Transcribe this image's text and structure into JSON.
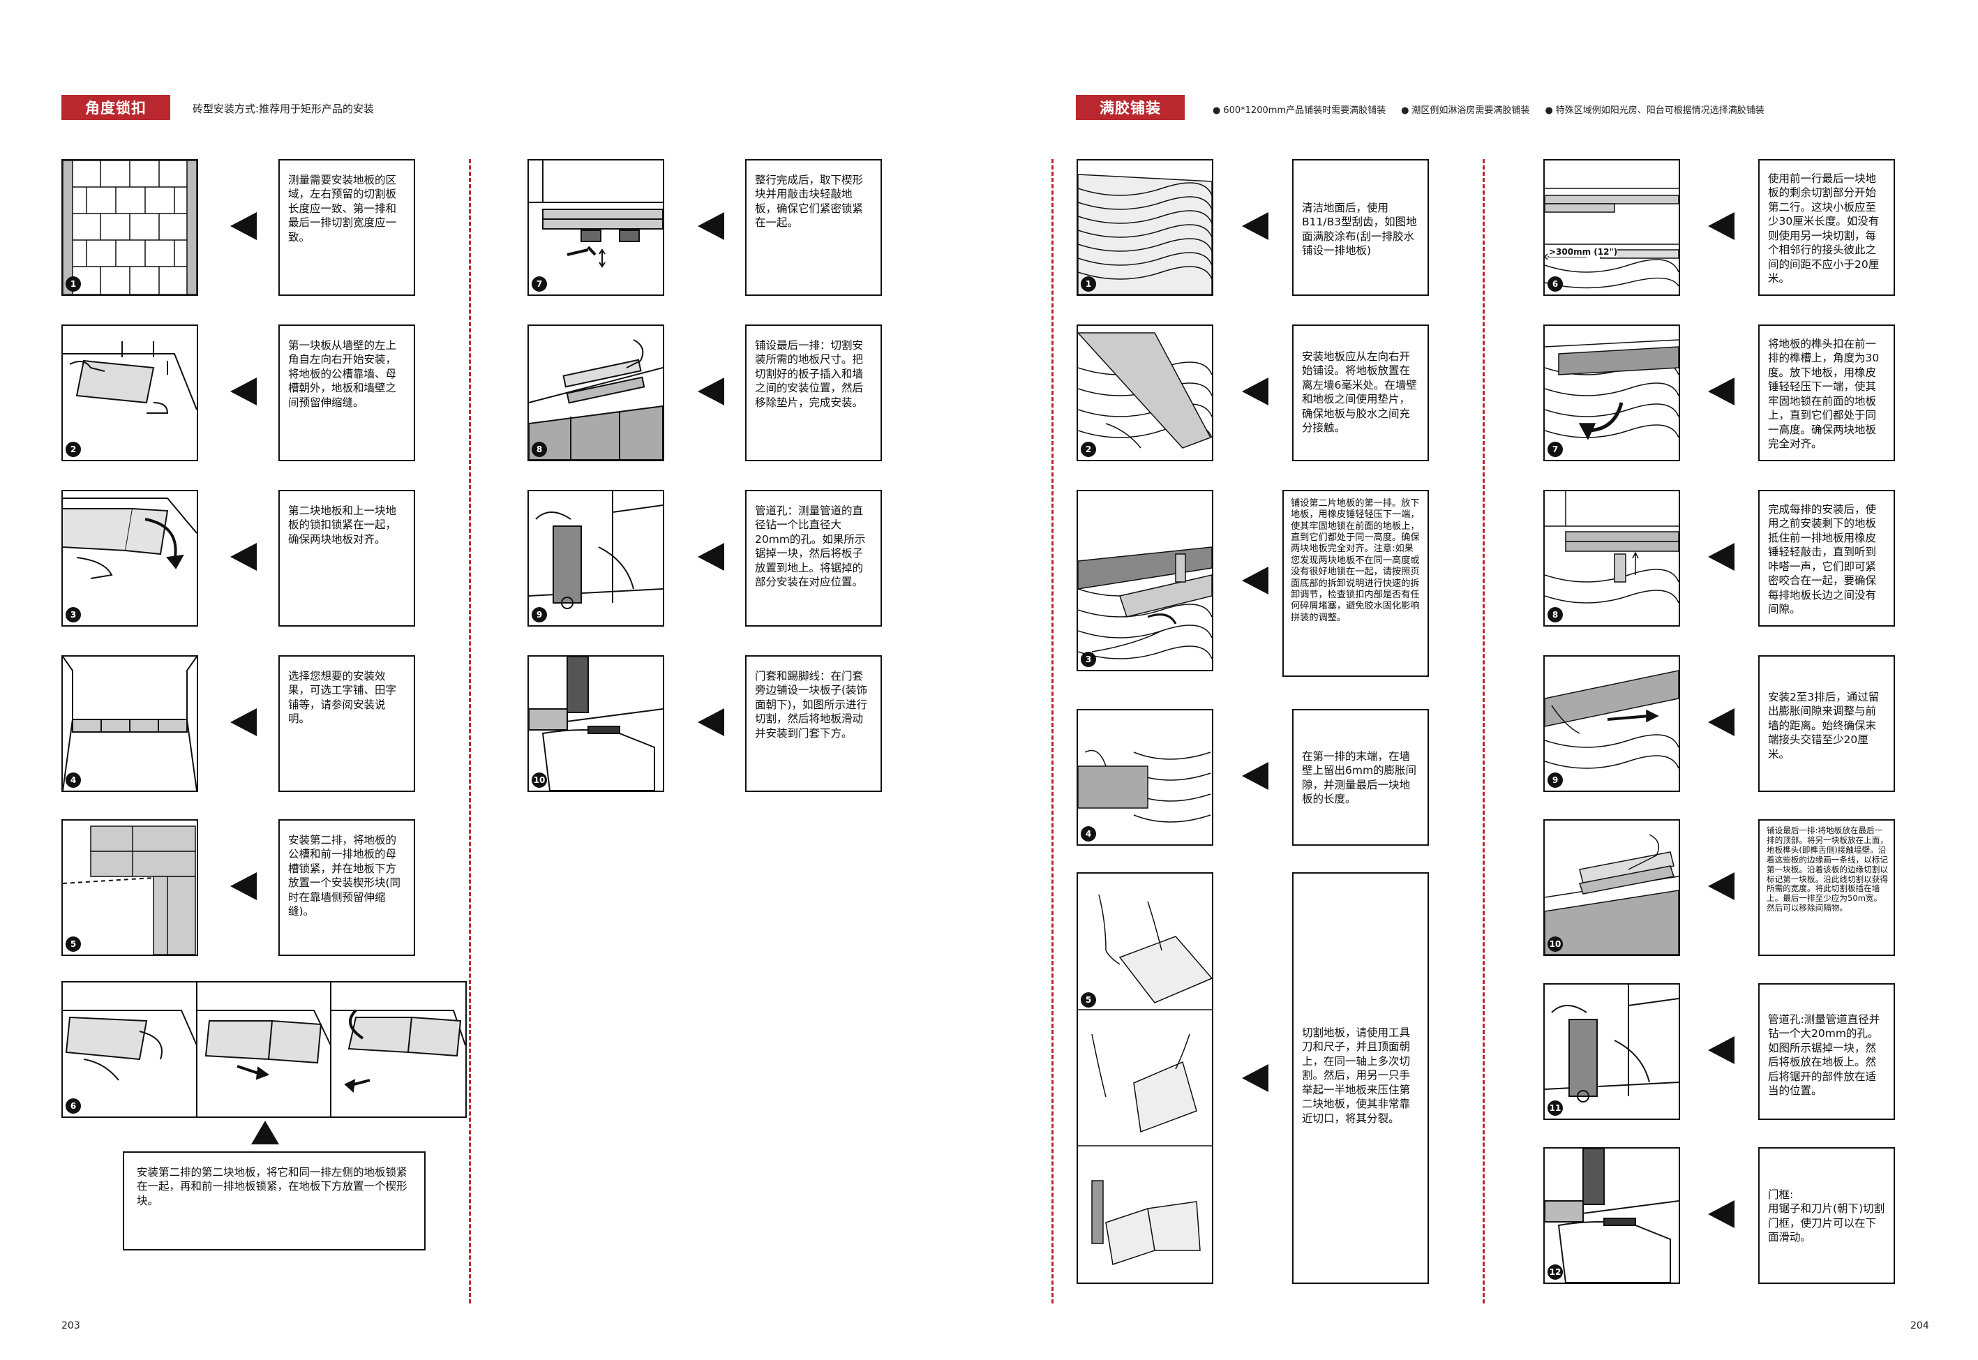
{
  "left": {
    "header": "角度锁扣",
    "subtitle": "砖型安装方式:推荐用于矩形产品的安装",
    "steps": [
      {
        "n": "1",
        "text": "测量需要安装地板的区域，左右预留的切割板长度应一致、第一排和最后一排切割宽度应一致。"
      },
      {
        "n": "2",
        "text": "第一块板从墙壁的左上角自左向右开始安装，将地板的公槽靠墙、母槽朝外，地板和墙壁之间预留伸缩缝。"
      },
      {
        "n": "3",
        "text": "第二块地板和上一块地板的锁扣锁紧在一起，确保两块地板对齐。"
      },
      {
        "n": "4",
        "text": "选择您想要的安装效果，可选工字铺、田字铺等，请参阅安装说明。"
      },
      {
        "n": "5",
        "text": "安装第二排，将地板的公槽和前一排地板的母槽锁紧，并在地板下方放置一个安装楔形块(同时在靠墙侧预留伸缩缝)。"
      },
      {
        "n": "6",
        "text": "安装第二排的第二块地板，将它和同一排左侧的地板锁紧在一起，再和前一排地板锁紧，在地板下方放置一个楔形块。"
      },
      {
        "n": "7",
        "text": "整行完成后，取下楔形块并用敲击块轻敲地板，确保它们紧密锁紧在一起。"
      },
      {
        "n": "8",
        "text": "铺设最后一排：切割安装所需的地板尺寸。把切割好的板子插入和墙之间的安装位置，然后移除垫片，完成安装。"
      },
      {
        "n": "9",
        "text": "管道孔：测量管道的直径钻一个比直径大20mm的孔。如果所示锯掉一块，然后将板子放置到地上。将锯掉的部分安装在对应位置。"
      },
      {
        "n": "10",
        "text": "门套和踢脚线：在门套旁边铺设一块板子(装饰面朝下)，如图所示进行切割，然后将地板滑动并安装到门套下方。"
      }
    ],
    "page_number": "203"
  },
  "right": {
    "header": "满胶铺装",
    "notes": [
      "600*1200mm产品铺装时需要满胶铺装",
      "潮区例如淋浴房需要满胶铺装",
      "特殊区域例如阳光房、阳台可根据情况选择满胶铺装"
    ],
    "steps": [
      {
        "n": "1",
        "text": "清洁地面后，使用B11/B3型刮齿，如图地面满胶涂布(刮一排胶水铺设一排地板)"
      },
      {
        "n": "2",
        "text": "安装地板应从左向右开始铺设。将地板放置在离左墙6毫米处。在墙壁和地板之间使用垫片，确保地板与胶水之间充分接触。"
      },
      {
        "n": "3",
        "text": "铺设第二片地板的第一排。放下地板，用橡皮锤轻轻压下一端，使其牢固地锁在前面的地板上，直到它们都处于同一高度。确保两块地板完全对齐。注意:如果您发现两块地板不在同一高度或没有很好地锁在一起，请按照页面底部的拆卸说明进行快速的拆卸调节，检查锁扣内部是否有任何碎屑堵塞，避免胶水固化影响拼装的调整。"
      },
      {
        "n": "4",
        "text": "在第一排的末端，在墙壁上留出6mm的膨胀间隙，并测量最后一块地板的长度。"
      },
      {
        "n": "5",
        "text": "切割地板，请使用工具刀和尺子，并且顶面朝上，在同一轴上多次切割。然后，用另一只手举起一半地板来压住第二块地板，使其非常靠近切口，将其分裂。"
      },
      {
        "n": "6",
        "text": "使用前一行最后一块地板的剩余切割部分开始第二行。这块小板应至少30厘米长度。如没有则使用另一块切割，每个相邻行的接头彼此之间的间距不应小于20厘米。",
        "label": ">300mm (12\")"
      },
      {
        "n": "7",
        "text": "将地板的榫头扣在前一排的榫槽上，角度为30度。放下地板，用橡皮锤轻轻压下一端，使其牢固地锁在前面的地板上，直到它们都处于同一高度。确保两块地板完全对齐。"
      },
      {
        "n": "8",
        "text": "完成每排的安装后，使用之前安装剩下的地板抵住前一排地板用橡皮锤轻轻敲击，直到听到咔嗒一声，它们即可紧密咬合在一起，要确保每排地板长边之间没有间隙。"
      },
      {
        "n": "9",
        "text": "安装2至3排后，通过留出膨胀间隙来调整与前墙的距离。始终确保末端接头交错至少20厘米。"
      },
      {
        "n": "10",
        "text": "铺设最后一排:将地板放在最后一排的顶部。将另一块板放在上面，地板榫头(即榫舌侧)接触墙壁。沿着这些板的边缘画一条线，以标记第一块板。沿着该板的边缘切割以标记第一块板。沿此线切割以获得所需的宽度。将此切割板插在墙上。最后一排至少应为50m宽。然后可以移除间隔物。"
      },
      {
        "n": "11",
        "text": "管道孔:测量管道直径并钻一个大20mm的孔。如图所示锯掉一块，然后将板放在地板上。然后将锯开的部件放在适当的位置。"
      },
      {
        "n": "12",
        "text": "门框:\n用锯子和刀片(朝下)切割门框，使刀片可以在下面滑动。"
      }
    ],
    "page_number": "204"
  },
  "colors": {
    "accent": "#b9282e",
    "ink": "#111111"
  }
}
